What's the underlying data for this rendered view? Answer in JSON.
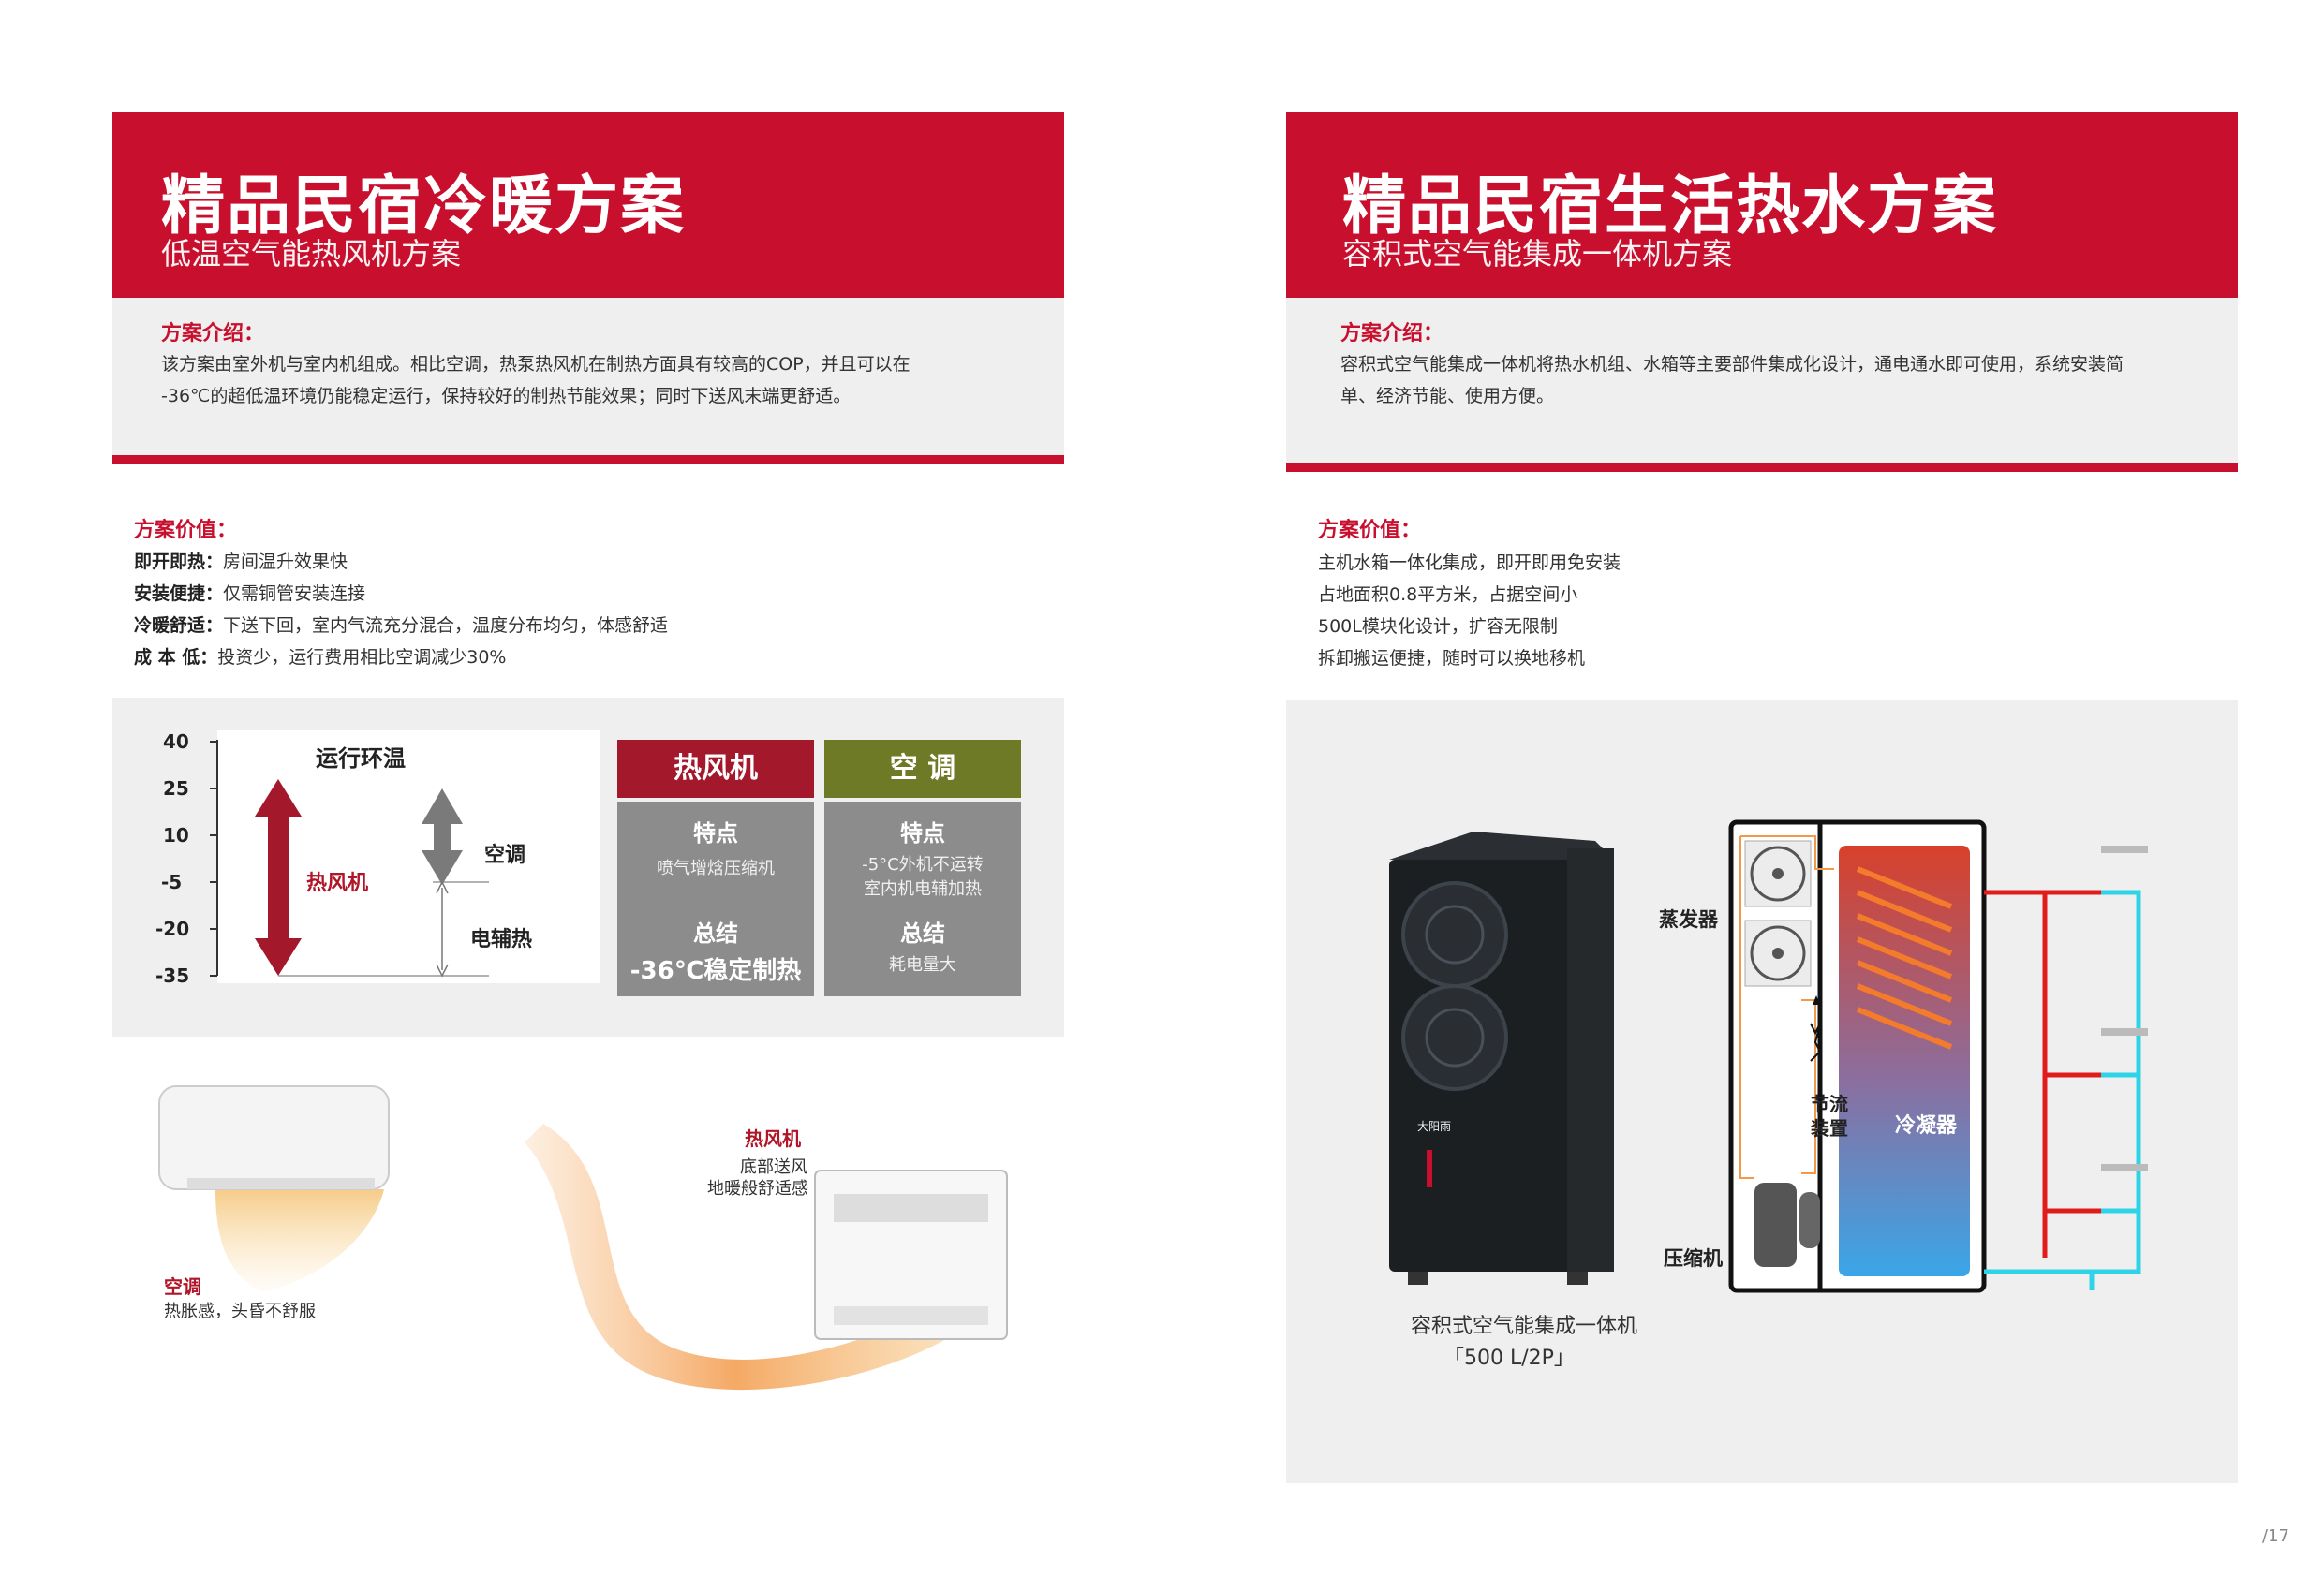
{
  "left": {
    "title": "精品民宿冷暖方案",
    "subtitle": "低温空气能热风机方案",
    "intro_head": "方案介绍：",
    "intro_line1": "该方案由室外机与室内机组成。相比空调，热泵热风机在制热方面具有较高的COP，并且可以在",
    "intro_line2": "-36℃的超低温环境仍能稳定运行，保持较好的制热节能效果；同时下送风末端更舒适。",
    "value_head": "方案价值：",
    "values": [
      {
        "key": "即开即热：",
        "text": "房间温升效果快"
      },
      {
        "key": "安装便捷：",
        "text": "仅需铜管安装连接"
      },
      {
        "key": "冷暖舒适：",
        "text": "下送下回，室内气流充分混合，温度分布均匀，体感舒适"
      },
      {
        "key": "成 本 低：",
        "text": "投资少，运行费用相比空调减少30%"
      }
    ],
    "chart": {
      "title": "运行环温",
      "ticks": [
        "40",
        "25",
        "10",
        "-5",
        "-20",
        "-35"
      ],
      "label_hot_fan": "热风机",
      "label_ac": "空调",
      "label_aux": "电辅热"
    },
    "compare": {
      "col1_head": "热风机",
      "col2_head": "空 调",
      "col1_feat_h": "特点",
      "col1_feat": "喷气增焓压缩机",
      "col1_sum_h": "总结",
      "col1_sum": "-36℃稳定制热",
      "col2_feat_h": "特点",
      "col2_feat1": "-5°C外机不运转",
      "col2_feat2": "室内机电辅加热",
      "col2_sum_h": "总结",
      "col2_sum": "耗电量大"
    },
    "illus": {
      "hot_fan_label": "热风机",
      "hot_fan_desc1": "底部送风",
      "hot_fan_desc2": "地暖般舒适感",
      "ac_label": "空调",
      "ac_desc": "热胀感，头昏不舒服"
    }
  },
  "right": {
    "title": "精品民宿生活热水方案",
    "subtitle": "容积式空气能集成一体机方案",
    "intro_head": "方案介绍：",
    "intro_line1": "容积式空气能集成一体机将热水机组、水箱等主要部件集成化设计，通电通水即可使用，系统安装简",
    "intro_line2": "单、经济节能、使用方便。",
    "value_head": "方案价值：",
    "values": [
      "主机水箱一体化集成，即开即用免安装",
      "占地面积0.8平方米，占据空间小",
      "500L模块化设计，扩容无限制",
      "拆卸搬运便捷，随时可以换地移机"
    ],
    "product": {
      "brand": "大阳雨",
      "name": "容积式空气能集成一体机",
      "spec": "「500 L/2P」"
    },
    "diagram": {
      "evaporator": "蒸发器",
      "throttle1": "节流",
      "throttle2": "装置",
      "compressor": "压缩机",
      "condenser": "冷凝器"
    }
  },
  "page_number": "/17",
  "colors": {
    "brand_red": "#c8102e",
    "olive": "#6f7a26",
    "dark_red": "#a3192b",
    "grey_cell": "#8c8c8c"
  }
}
